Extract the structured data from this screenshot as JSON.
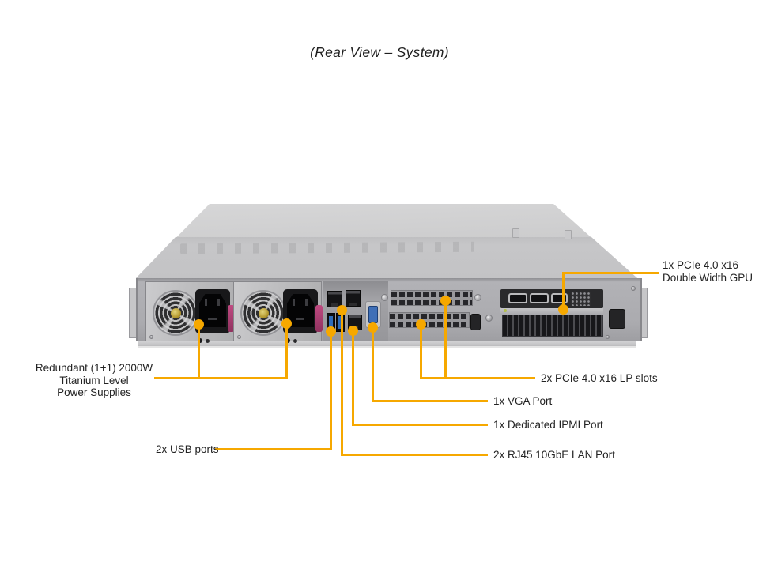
{
  "title": "(Rear View – System)",
  "colors": {
    "callout": "#F6A800",
    "label_text": "#232323",
    "magenta_clip": "#c04a82",
    "vga_blue": "#3f6fb7",
    "usb_blue": "#2f6cb8"
  },
  "callouts": {
    "gpu": {
      "line1": "1x PCIe 4.0 x16",
      "line2": "Double Width GPU"
    },
    "psu": {
      "line1": "Redundant (1+1) 2000W",
      "line2": "Titanium Level",
      "line3": "Power Supplies"
    },
    "lp_slots": {
      "label": "2x PCIe 4.0 x16 LP slots"
    },
    "vga": {
      "label": "1x VGA Port"
    },
    "ipmi": {
      "label": "1x Dedicated IPMI Port"
    },
    "usb": {
      "label": "2x USB ports"
    },
    "lan": {
      "label": "2x RJ45 10GbE LAN Port"
    }
  },
  "parts": [
    "chassis-lid",
    "rear-panel",
    "psu-1",
    "psu-2",
    "usb-ports",
    "lan-ports",
    "ipmi-port",
    "vga-port",
    "lp-slot-vents",
    "gpu-slot",
    "heatsink"
  ]
}
